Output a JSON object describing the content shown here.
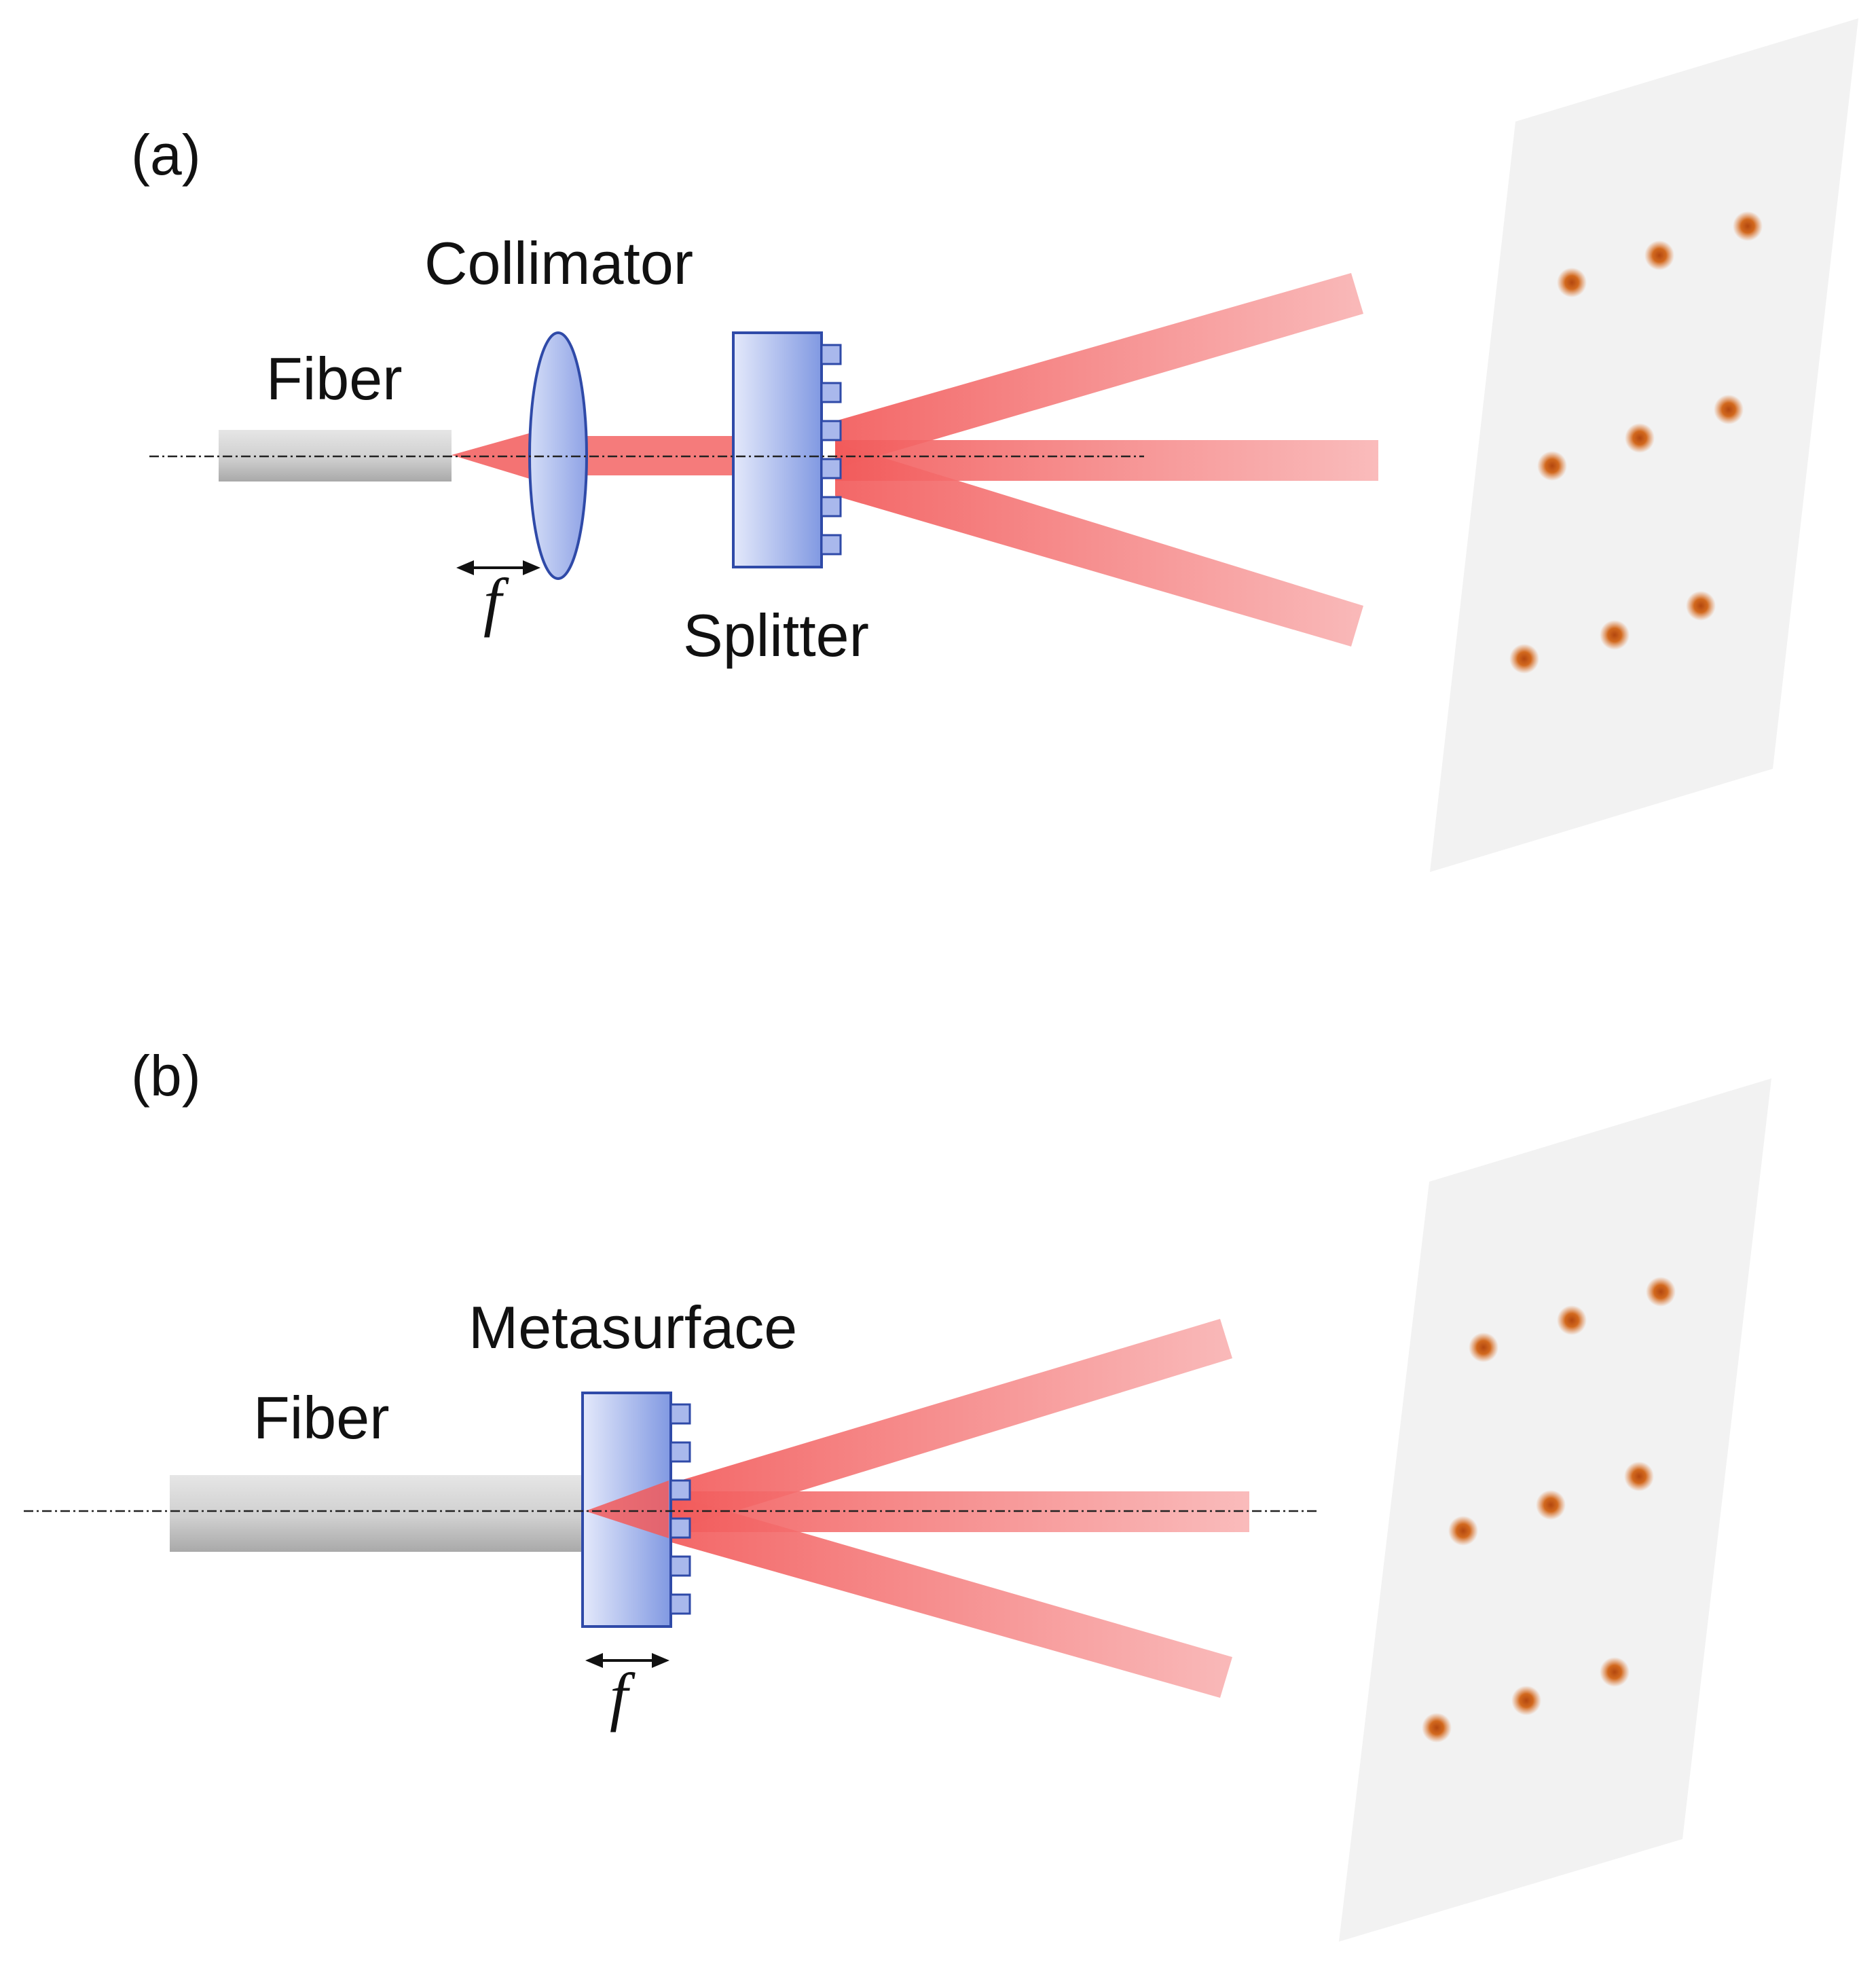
{
  "panel_a": {
    "label": "(a)",
    "fiber_label": "Fiber",
    "collimator_label": "Collimator",
    "splitter_label": "Splitter",
    "focal_label": "f",
    "spot_grid": {
      "rows": 3,
      "cols": 3
    }
  },
  "panel_b": {
    "label": "(b)",
    "fiber_label": "Fiber",
    "metasurface_label": "Metasurface",
    "focal_label": "f",
    "spot_grid": {
      "rows": 3,
      "cols": 3
    }
  },
  "colors": {
    "beam": "#f25a5a",
    "optic_fill": "#8fa3e6",
    "optic_edge": "#2f4aa8",
    "fiber": "#c4c4c4",
    "screen": "#f2f2f2",
    "spot": "#d2691e"
  }
}
